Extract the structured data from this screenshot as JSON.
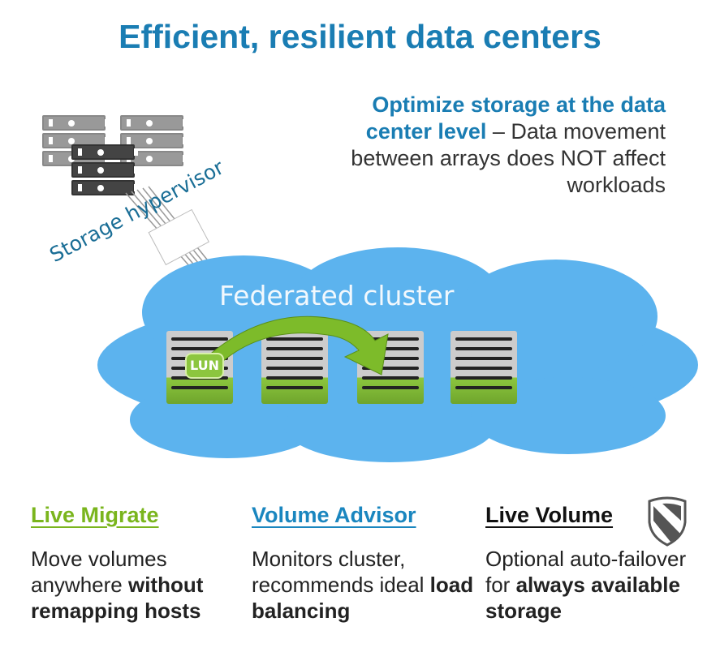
{
  "title": "Efficient, resilient data centers",
  "description": {
    "highlight": "Optimize storage at the data center level",
    "rest": " – Data movement between arrays does NOT affect workloads"
  },
  "diagram": {
    "hypervisor_label": "Storage hypervisor",
    "cluster_label": "Federated cluster",
    "lun_label": "LUN"
  },
  "features": [
    {
      "title": "Live Migrate",
      "color": "#7ab51d",
      "text": "Move volumes anywhere ",
      "bold": "without remapping hosts"
    },
    {
      "title": "Volume Advisor",
      "color": "#1a86bf",
      "text": "Monitors cluster, recommends ideal ",
      "bold": "load balancing"
    },
    {
      "title": "Live Volume",
      "color": "#111111",
      "text": "Optional auto-failover for ",
      "bold": "always available storage",
      "icon": "shield-icon"
    }
  ]
}
